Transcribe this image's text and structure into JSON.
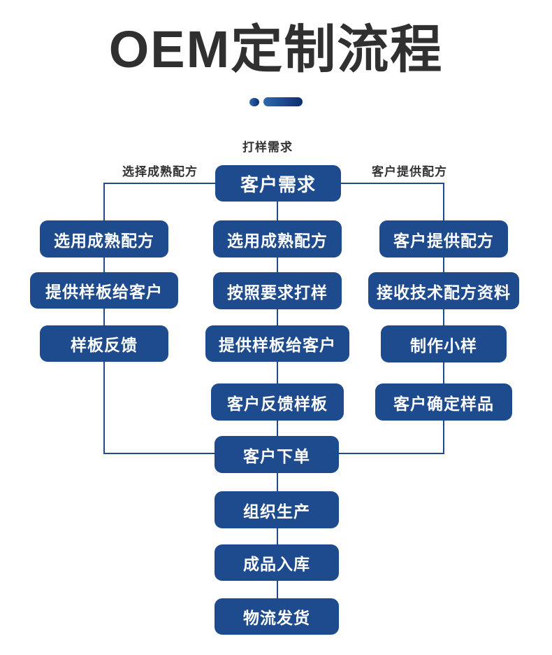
{
  "title": "OEM定制流程",
  "colors": {
    "box_fill": "#1e4b8d",
    "line": "#1e4b8d",
    "title_color": "#303030",
    "label_color": "#333333",
    "accent_start": "#2e69b0",
    "accent_end": "#0c2e6d",
    "bg": "#ffffff"
  },
  "flow": {
    "top_label": "打样需求",
    "left_branch_label": "选择成熟配方",
    "right_branch_label": "客户提供配方",
    "root": "客户需求",
    "left_column": [
      "选用成熟配方",
      "提供样板给客户",
      "样板反馈"
    ],
    "center_column": [
      "选用成熟配方",
      "按照要求打样",
      "提供样板给客户",
      "客户反馈样板"
    ],
    "right_column": [
      "客户提供配方",
      "接收技术配方资料",
      "制作小样",
      "客户确定样品"
    ],
    "merge_column": [
      "客户下单",
      "组织生产",
      "成品入库",
      "物流发货"
    ]
  }
}
